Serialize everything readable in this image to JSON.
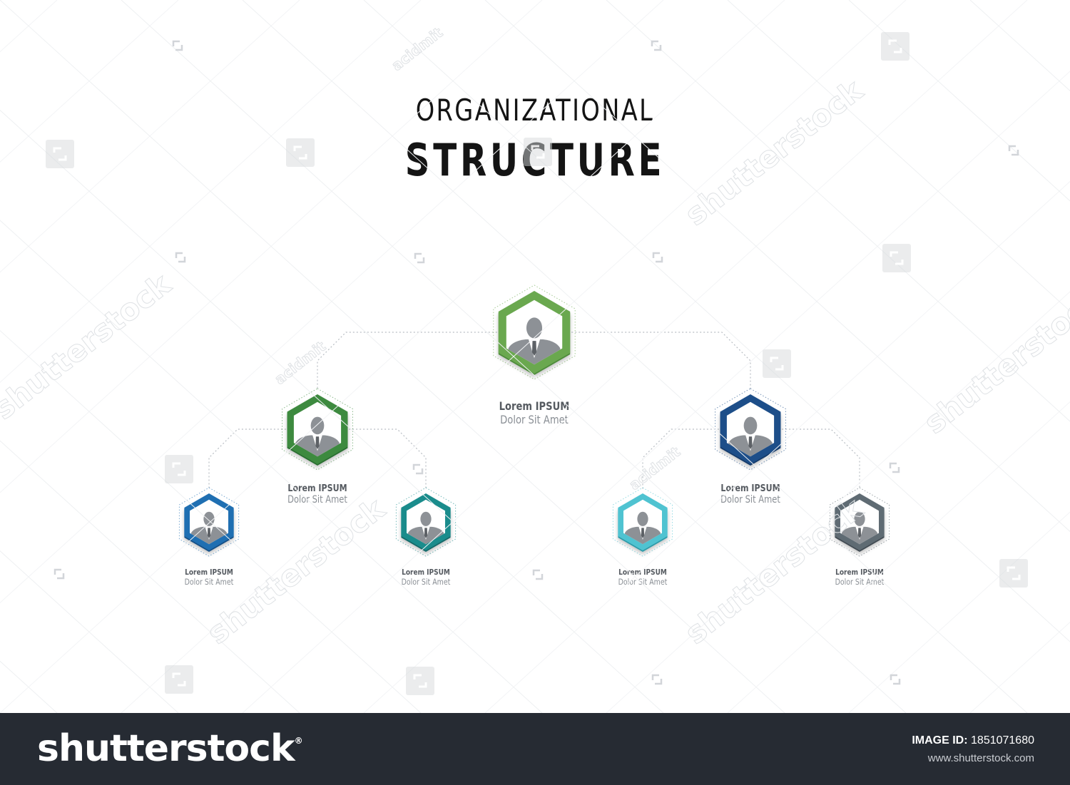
{
  "title": {
    "line1": "ORGANIZATIONAL",
    "line2": "STRUCTURE"
  },
  "nodes": [
    {
      "id": "root",
      "name": "Lorem IPSUM",
      "subtitle": "Dolor Sit Amet",
      "color": "#6aa84f",
      "color_dark": "#4e8a3a",
      "level": 0
    },
    {
      "id": "left-manager",
      "name": "Lorem IPSUM",
      "subtitle": "Dolor Sit Amet",
      "color": "#3d8a3f",
      "color_dark": "#2c6e31",
      "level": 1
    },
    {
      "id": "right-manager",
      "name": "Lorem IPSUM",
      "subtitle": "Dolor Sit Amet",
      "color": "#1d4e89",
      "color_dark": "#123a6b",
      "level": 1
    },
    {
      "id": "staff-1",
      "name": "Lorem IPSUM",
      "subtitle": "Dolor Sit Amet",
      "color": "#1f6fb2",
      "color_dark": "#154f85",
      "level": 2
    },
    {
      "id": "staff-2",
      "name": "Lorem IPSUM",
      "subtitle": "Dolor Sit Amet",
      "color": "#1a8c8c",
      "color_dark": "#126767",
      "level": 2
    },
    {
      "id": "staff-3",
      "name": "Lorem IPSUM",
      "subtitle": "Dolor Sit Amet",
      "color": "#4fc3d1",
      "color_dark": "#2f9aa8",
      "level": 2
    },
    {
      "id": "staff-4",
      "name": "Lorem IPSUM",
      "subtitle": "Dolor Sit Amet",
      "color": "#5f6b73",
      "color_dark": "#434c52",
      "level": 2
    }
  ],
  "links": [
    [
      "root",
      "left-manager"
    ],
    [
      "root",
      "right-manager"
    ],
    [
      "left-manager",
      "staff-1"
    ],
    [
      "left-manager",
      "staff-2"
    ],
    [
      "right-manager",
      "staff-3"
    ],
    [
      "right-manager",
      "staff-4"
    ]
  ],
  "icons": {
    "avatar": "businessman-avatar-icon"
  },
  "watermarks": {
    "brand_text": "shutterstock",
    "author_text": "acidmit"
  },
  "footer": {
    "brand": "shutterstock",
    "image_id_label": "IMAGE ID:",
    "image_id": "1851071680",
    "site": "www.shutterstock.com"
  }
}
